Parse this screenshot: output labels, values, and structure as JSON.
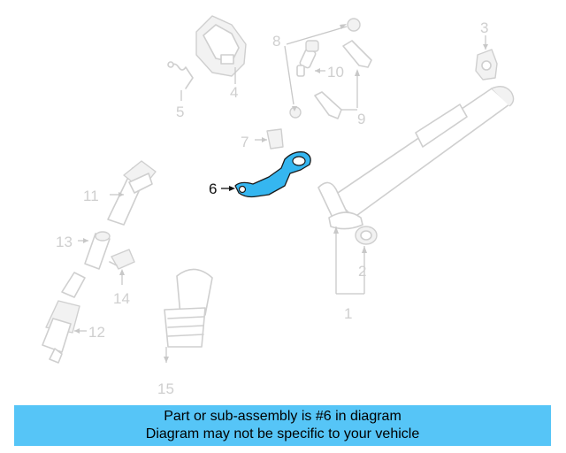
{
  "callouts": {
    "c1": "1",
    "c2": "2",
    "c3": "3",
    "c4": "4",
    "c5": "5",
    "c6": "6",
    "c7": "7",
    "c8": "8",
    "c9": "9",
    "c10": "10",
    "c11": "11",
    "c12": "12",
    "c13": "13",
    "c14": "14",
    "c15": "15"
  },
  "highlight": {
    "part_number": "6",
    "color": "#35b6f0"
  },
  "caption": {
    "line1": "Part or sub-assembly is #6 in diagram",
    "line2": "Diagram may not be specific to your vehicle",
    "background": "#56c5f7"
  }
}
